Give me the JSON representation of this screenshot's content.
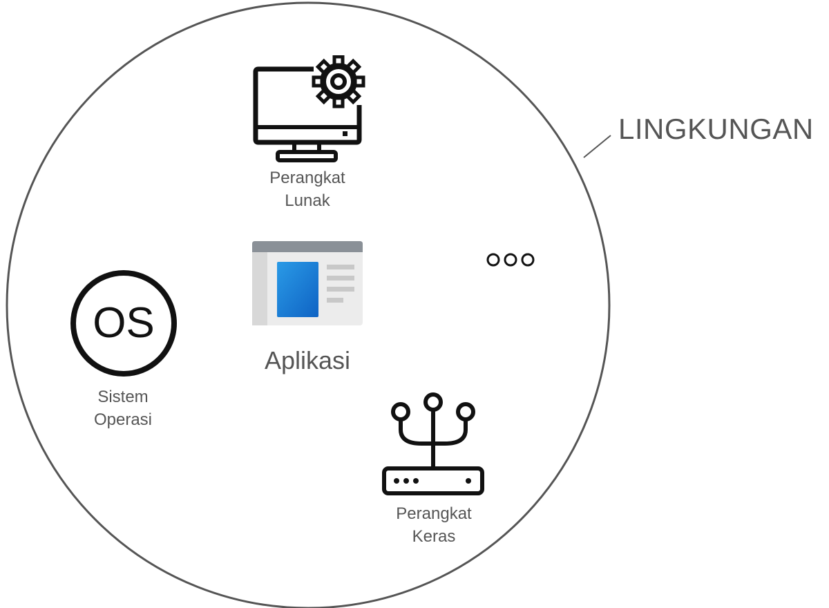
{
  "diagram": {
    "environment_label": "LINGKUNGAN",
    "center": {
      "label": "Aplikasi",
      "icon": "application-window-icon"
    },
    "nodes": [
      {
        "id": "software",
        "label_line1": "Perangkat",
        "label_line2": "Lunak",
        "icon": "monitor-gear-icon"
      },
      {
        "id": "os",
        "label_line1": "Sistem",
        "label_line2": "Operasi",
        "icon": "os-circle-icon",
        "icon_text": "OS"
      },
      {
        "id": "hardware",
        "label_line1": "Perangkat",
        "label_line2": "Keras",
        "icon": "router-antenna-icon"
      },
      {
        "id": "more",
        "icon": "ellipsis-circles-icon"
      }
    ],
    "colors": {
      "outline": "#555555",
      "icon": "#111111",
      "text": "#555555",
      "app_blue": "#1e7fd8",
      "app_header": "#8a9097",
      "app_body": "#ececec"
    }
  }
}
